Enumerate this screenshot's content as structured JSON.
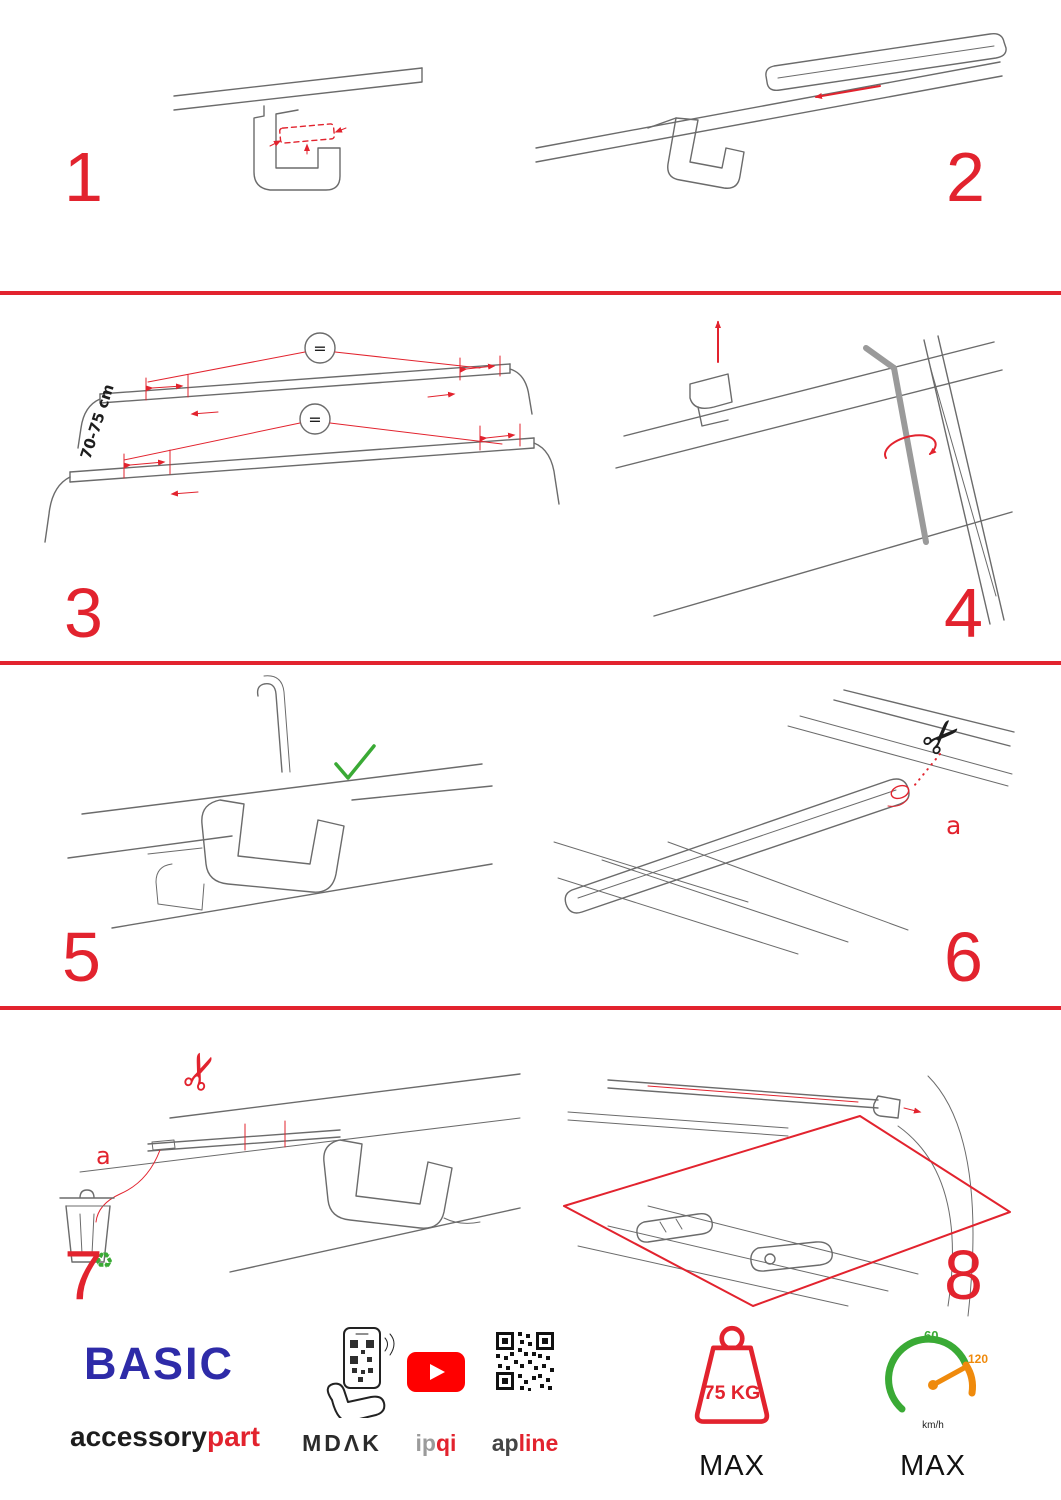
{
  "colors": {
    "accent": "#e2232e",
    "brand_blue": "#2e2ba8",
    "green": "#3aaa35",
    "orange": "#ef8a0c",
    "youtube_red": "#ff0000"
  },
  "steps": [
    "1",
    "2",
    "3",
    "4",
    "5",
    "6",
    "7",
    "8"
  ],
  "step3": {
    "measure": "70-75 cm",
    "equals_top": "=",
    "equals_bottom": "="
  },
  "step6": {
    "label": "a"
  },
  "step7": {
    "label": "a"
  },
  "icons": {
    "scissors": "✂",
    "recycle": "♻"
  },
  "footer": {
    "brand": "BASIC",
    "brand_sub_dark": "accessory",
    "brand_sub_red": "part",
    "mdak": "MDΛK",
    "ipqi_gray": "ip",
    "ipqi_red": "qi",
    "apline_dark": "ap",
    "apline_red": "line",
    "weight_value": "75 KG",
    "weight_max": "MAX",
    "speed_low": "60",
    "speed_high": "120",
    "speed_unit": "km/h",
    "speed_max": "MAX"
  }
}
